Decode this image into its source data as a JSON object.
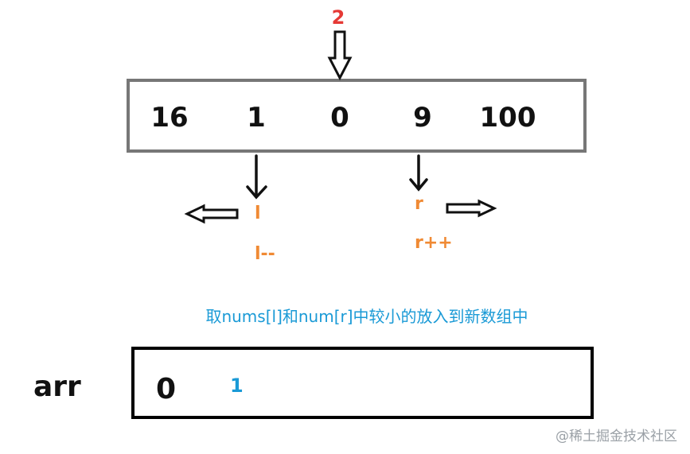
{
  "top_index": "2",
  "array": {
    "values": [
      "16",
      "1",
      "0",
      "9",
      "100"
    ]
  },
  "pointers": {
    "left_label": "l",
    "left_step": "l--",
    "right_label": "r",
    "right_step": "r++"
  },
  "caption": "取nums[l]和num[r]中较小的放入到新数组中",
  "result": {
    "label": "arr",
    "values": [
      "0",
      "1"
    ]
  },
  "watermark": "@稀土掘金技术社区",
  "colors": {
    "index_red": "#e53935",
    "pointer_orange": "#f08a34",
    "caption_blue": "#1a9ad6",
    "array_border_gray": "#777777",
    "result_border_black": "#000000"
  }
}
